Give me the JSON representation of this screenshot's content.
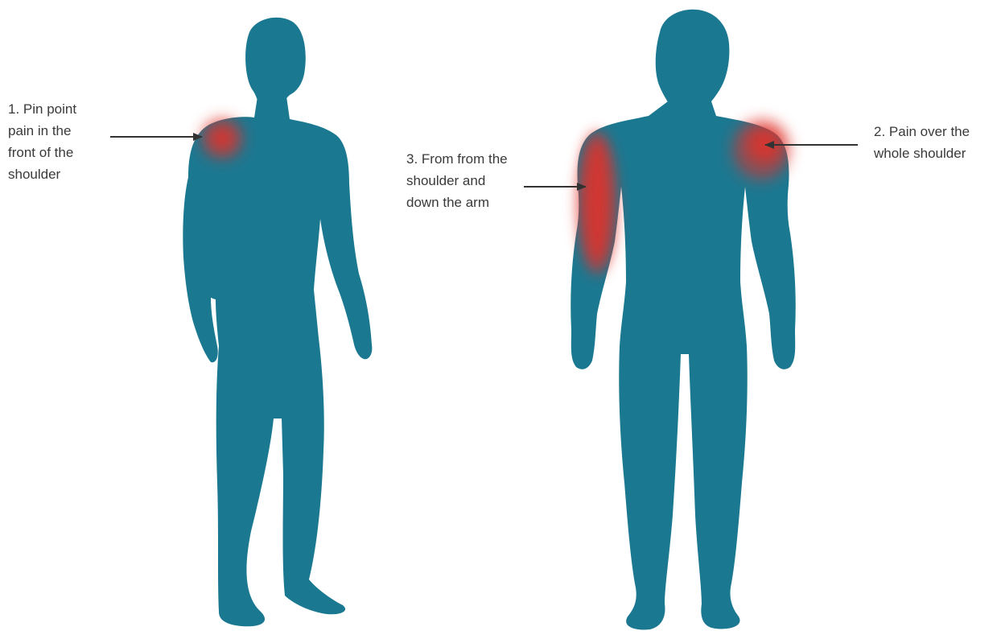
{
  "colors": {
    "body": "#1b7891",
    "pain": "#e0322a",
    "arrow": "#333333",
    "text": "#3a3a3a"
  },
  "annotations": [
    {
      "id": "1",
      "lines": [
        "1. Pin point",
        "pain in the",
        "front of the",
        "shoulder"
      ]
    },
    {
      "id": "2",
      "lines": [
        "2. Pain over the",
        "whole shoulder"
      ]
    },
    {
      "id": "3",
      "lines": [
        "3. From from the",
        "shoulder and",
        "down the arm"
      ]
    }
  ]
}
